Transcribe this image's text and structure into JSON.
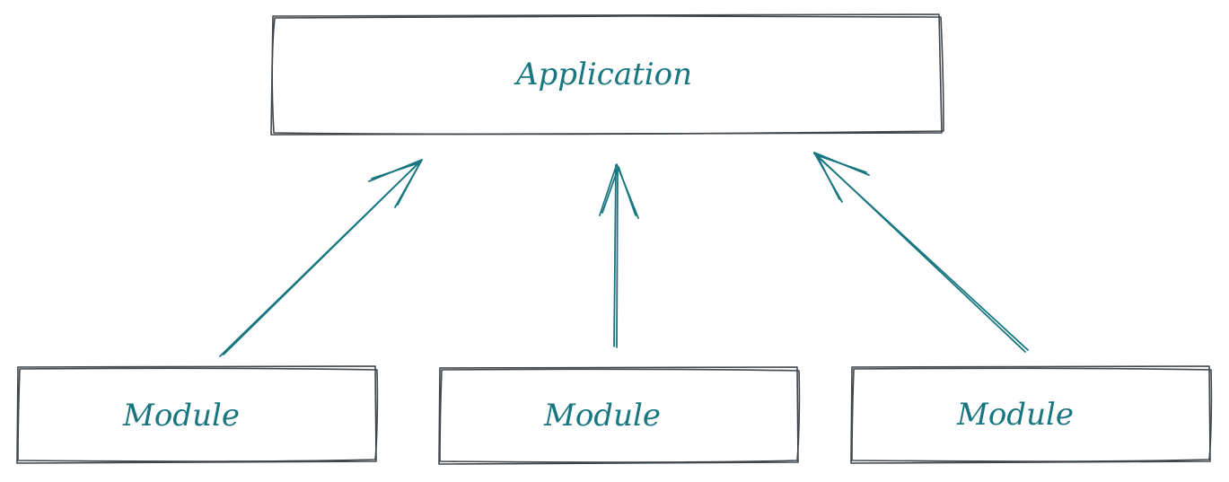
{
  "diagram": {
    "colors": {
      "box_stroke": "#3f474d",
      "arrow": "#177680",
      "text": "#177680",
      "background": "#ffffff"
    },
    "application": {
      "label": "Application"
    },
    "modules": [
      {
        "label": "Module"
      },
      {
        "label": "Module"
      },
      {
        "label": "Module"
      }
    ],
    "edges": [
      {
        "from": "module-1",
        "to": "application"
      },
      {
        "from": "module-2",
        "to": "application"
      },
      {
        "from": "module-3",
        "to": "application"
      }
    ]
  }
}
